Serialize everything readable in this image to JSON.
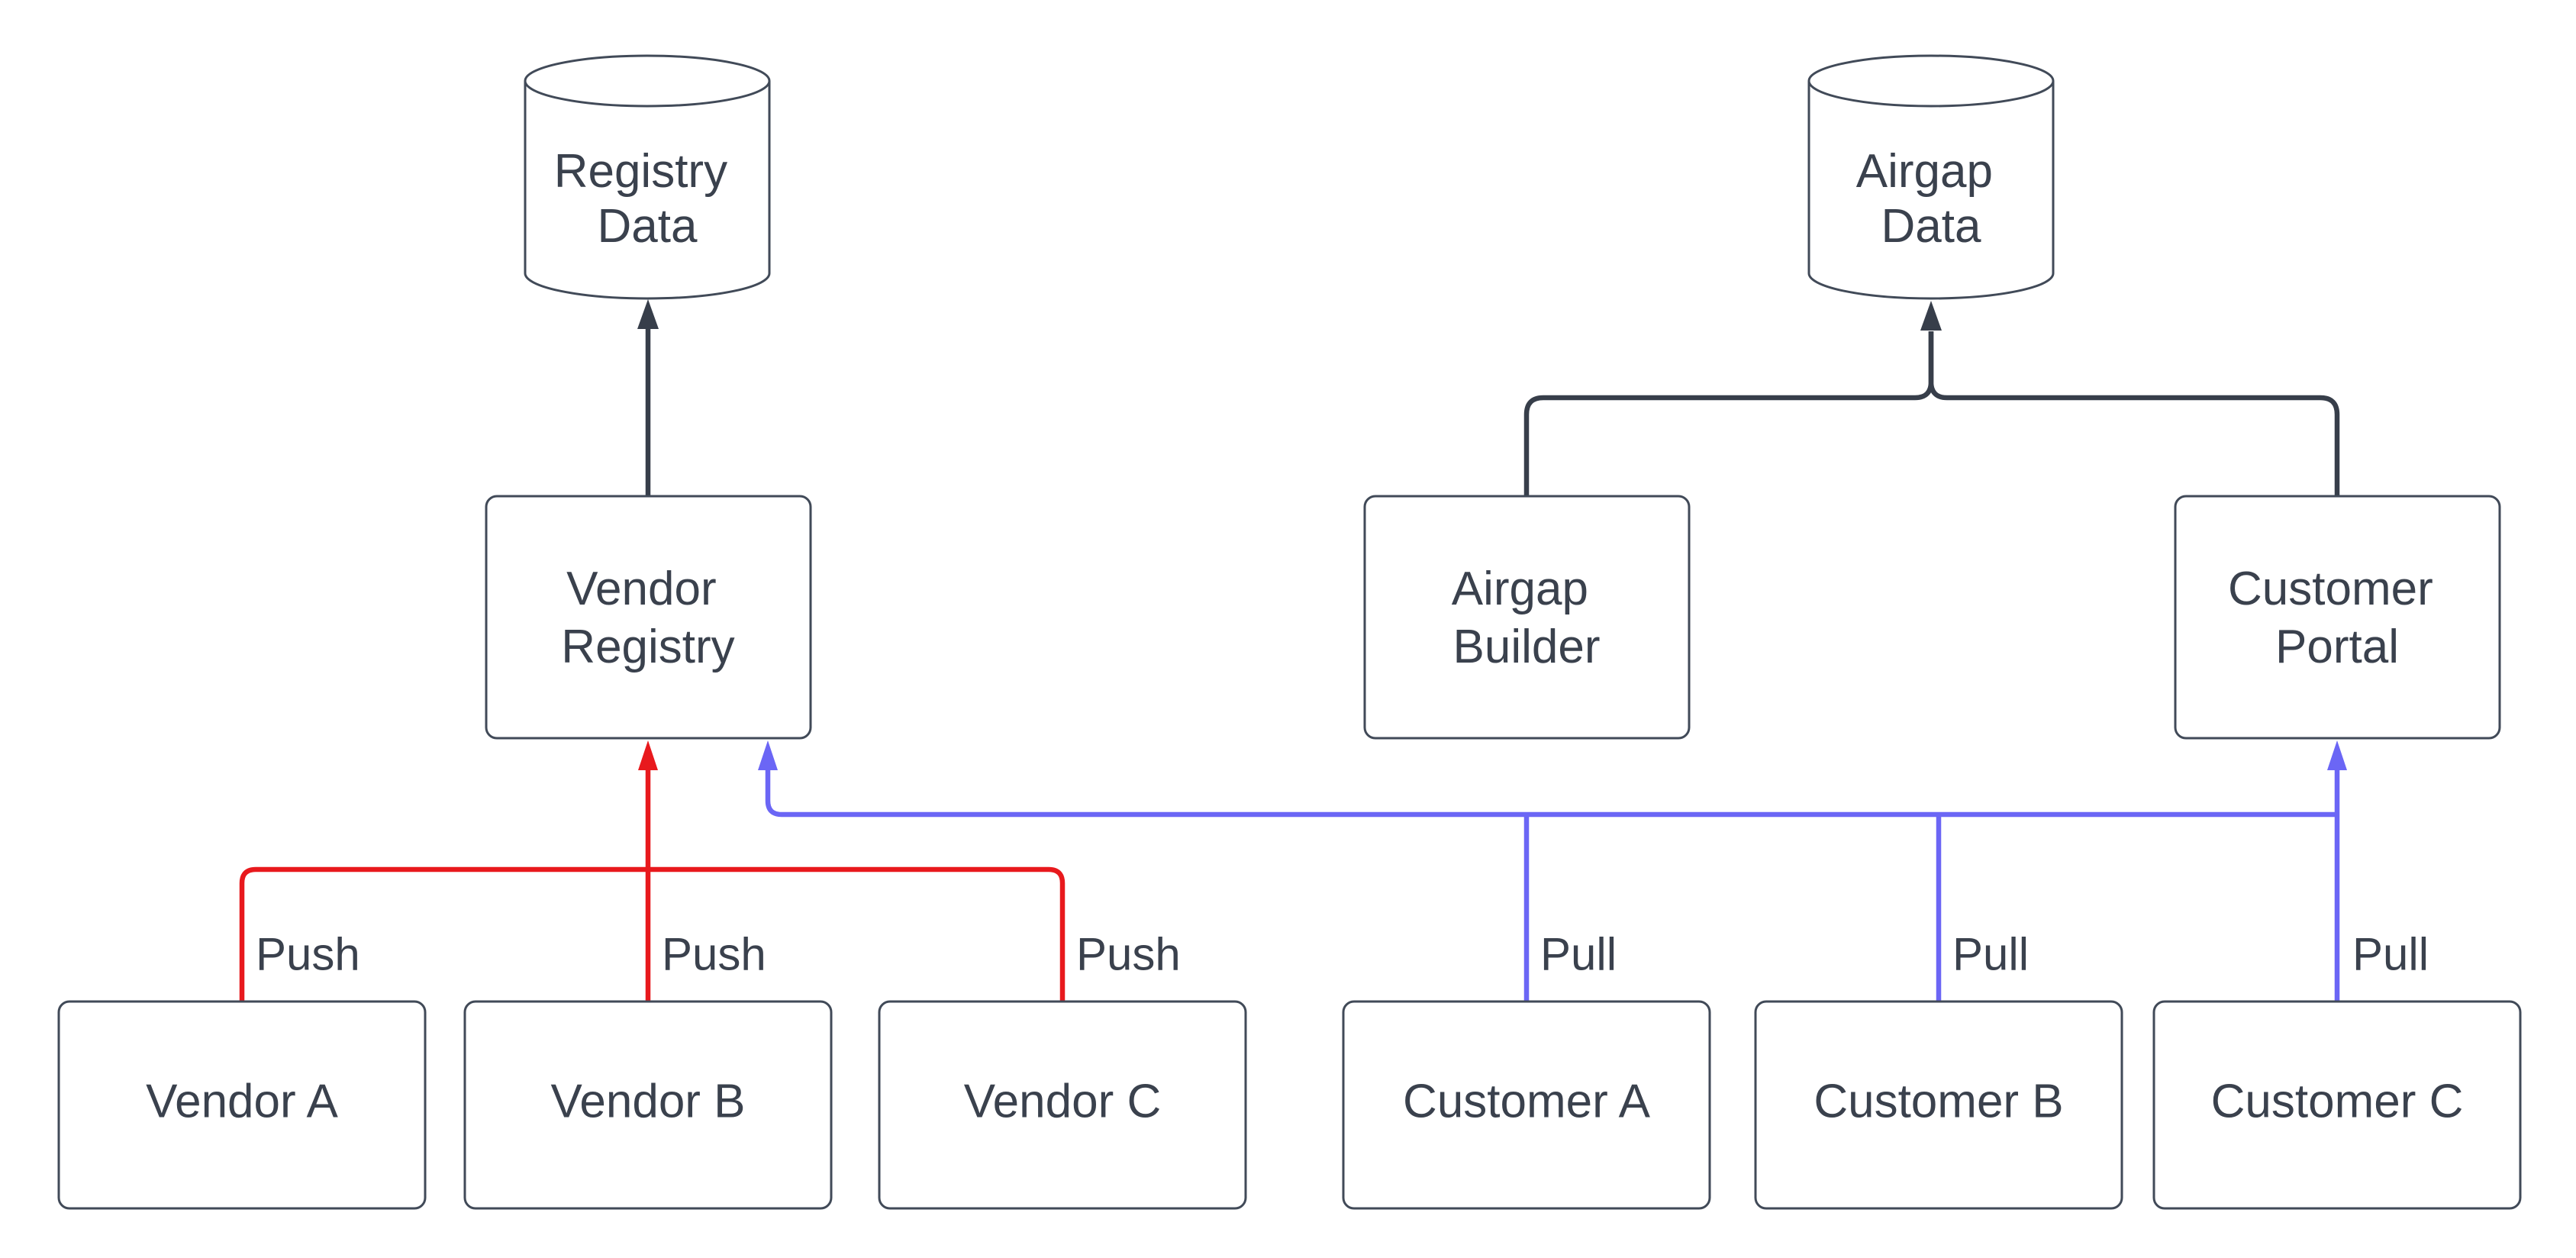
{
  "diagram": {
    "background": "#ffffff",
    "colors": {
      "node_fill": "#ffffff",
      "node_border": "#414a58",
      "dark_edge": "#373e4a",
      "push_edge": "#e8191d",
      "pull_edge": "#6b66f5",
      "text": "#3a414d"
    },
    "nodes": {
      "registry_data": {
        "shape": "cylinder",
        "line1": "Registry",
        "line2": "Data"
      },
      "airgap_data": {
        "shape": "cylinder",
        "line1": "Airgap",
        "line2": "Data"
      },
      "vendor_registry": {
        "shape": "rounded-rect",
        "line1": "Vendor",
        "line2": "Registry"
      },
      "airgap_builder": {
        "shape": "rounded-rect",
        "line1": "Airgap",
        "line2": "Builder"
      },
      "customer_portal": {
        "shape": "rounded-rect",
        "line1": "Customer",
        "line2": "Portal"
      },
      "vendor_a": {
        "shape": "rounded-rect",
        "label": "Vendor A"
      },
      "vendor_b": {
        "shape": "rounded-rect",
        "label": "Vendor B"
      },
      "vendor_c": {
        "shape": "rounded-rect",
        "label": "Vendor C"
      },
      "customer_a": {
        "shape": "rounded-rect",
        "label": "Customer A"
      },
      "customer_b": {
        "shape": "rounded-rect",
        "label": "Customer B"
      },
      "customer_c": {
        "shape": "rounded-rect",
        "label": "Customer C"
      }
    },
    "edges": [
      {
        "from": "Vendor Registry",
        "to": "Registry Data",
        "label": ""
      },
      {
        "from": "Airgap Builder",
        "to": "Airgap Data",
        "label": ""
      },
      {
        "from": "Customer Portal",
        "to": "Airgap Data",
        "label": ""
      },
      {
        "from": "Vendor A",
        "to": "Vendor Registry",
        "label": "Push"
      },
      {
        "from": "Vendor B",
        "to": "Vendor Registry",
        "label": "Push"
      },
      {
        "from": "Vendor C",
        "to": "Vendor Registry",
        "label": "Push"
      },
      {
        "from": "Customer A",
        "to": "Vendor Registry",
        "label": "Pull"
      },
      {
        "from": "Customer B",
        "to": "Vendor Registry",
        "label": "Pull"
      },
      {
        "from": "Customer C",
        "to": "Customer Portal",
        "label": "Pull"
      }
    ]
  }
}
